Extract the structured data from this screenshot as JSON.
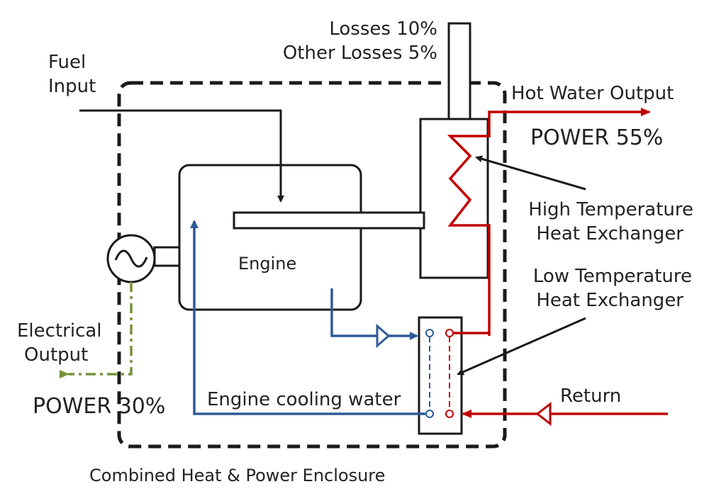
{
  "labels": {
    "losses_10": "Losses 10%",
    "other_losses_5": "Other Losses 5%",
    "fuel": "Fuel",
    "input": "Input",
    "hot_water_output": "Hot Water Output",
    "power_55": "POWER 55%",
    "high_temp_1": "High Temperature",
    "high_temp_2": "Heat Exchanger",
    "low_temp_1": "Low Temperature",
    "low_temp_2": "Heat Exchanger",
    "engine": "Engine",
    "electrical": "Electrical",
    "output": "Output",
    "power_30": "POWER 30%",
    "engine_cooling_water": "Engine cooling water",
    "return": "Return",
    "enclosure": "Combined Heat & Power Enclosure"
  },
  "colors": {
    "line": "#1a1a1a",
    "hot": "#c00000",
    "cool": "#2e5b97",
    "electric": "#76923c"
  }
}
